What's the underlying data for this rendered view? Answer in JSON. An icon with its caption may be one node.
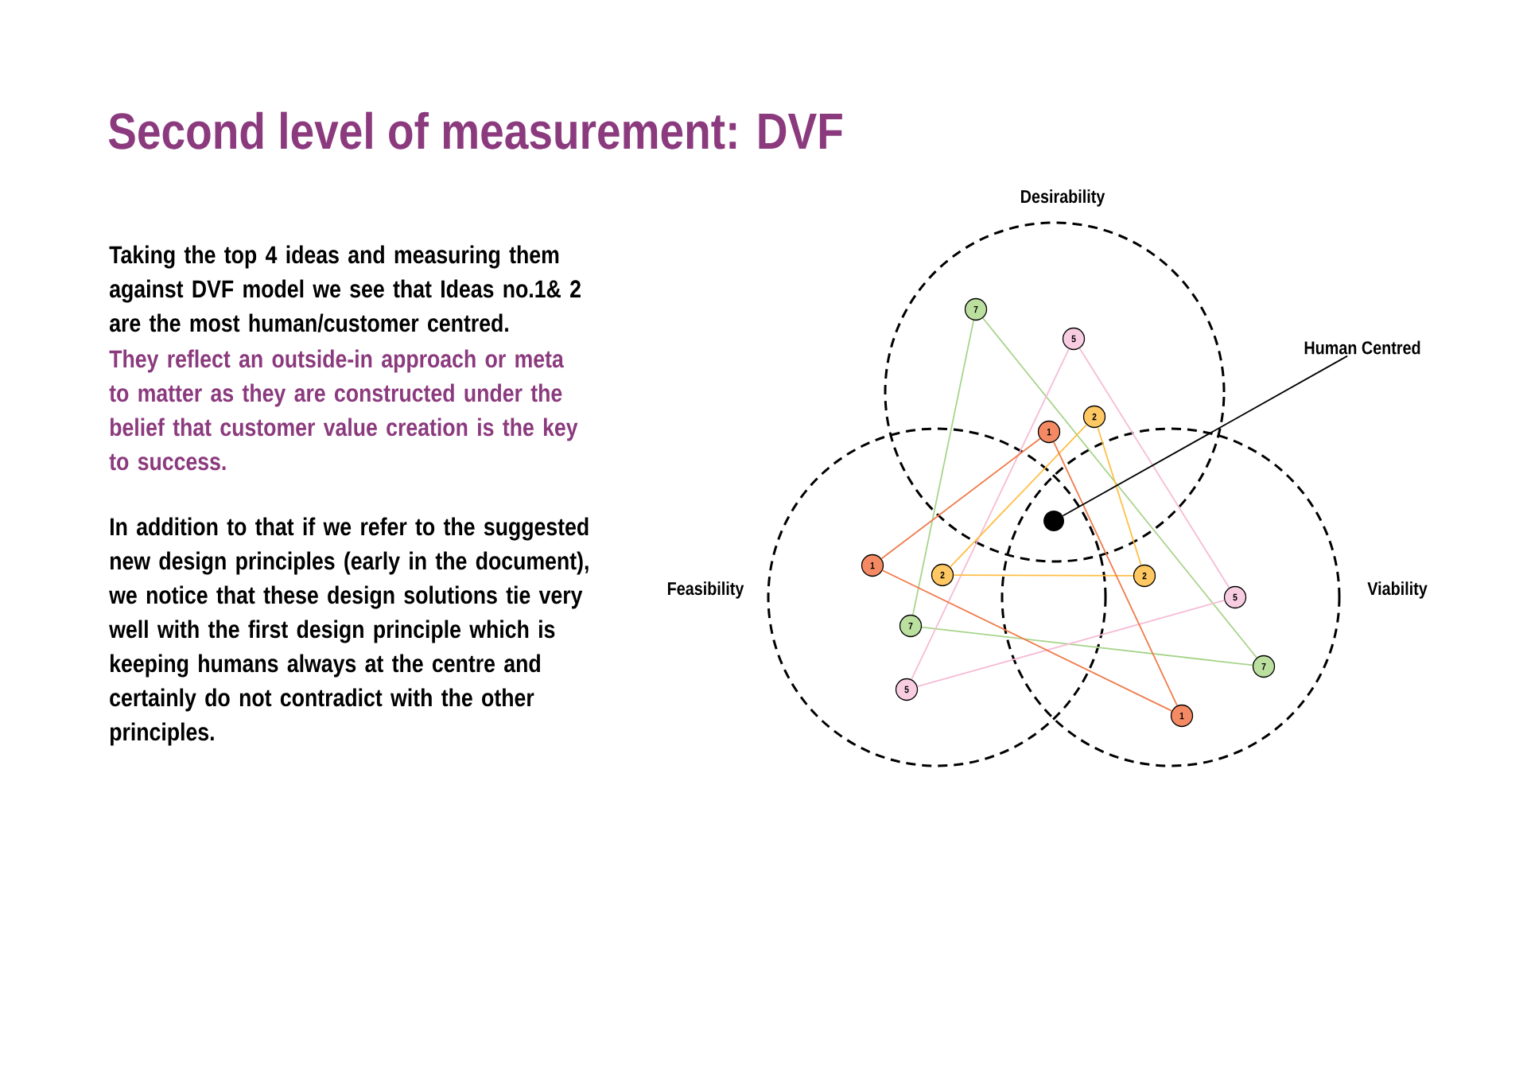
{
  "diagram": {
    "title": "Second level of measurement: DVF",
    "nodes": [
      {
        "text": [
          "Desirability"
        ]
      },
      {
        "text": [
          "Feasibility"
        ]
      },
      {
        "text": [
          "Viability"
        ]
      },
      {
        "text": [
          "7"
        ],
        "in": 0
      },
      {
        "text": [
          "5"
        ],
        "in": 0
      },
      {
        "text": [
          "2"
        ],
        "in": 0
      },
      {
        "text": [
          "1"
        ],
        "in": 0
      },
      {
        "text": [
          "1"
        ],
        "in": 1
      },
      {
        "text": [
          "2"
        ],
        "in": 1
      },
      {
        "text": [
          "2"
        ],
        "in": 2
      },
      {
        "text": [
          "5"
        ],
        "in": 2
      },
      {
        "text": [
          "7"
        ],
        "in": 1
      },
      {
        "text": [
          "7"
        ],
        "in": 2
      },
      {
        "text": [
          "5"
        ],
        "in": 1
      },
      {
        "text": [
          "1"
        ],
        "in": 2
      },
      {
        "text": [],
        "shape": "circle"
      },
      {
        "text": [
          "Human Centred"
        ]
      }
    ],
    "edges": [
      {
        "from": 3,
        "to": 11,
        "arrow": "none",
        "color": "#a8d48b"
      },
      {
        "from": 3,
        "to": 12,
        "arrow": "none",
        "color": "#a8d48b"
      },
      {
        "from": 11,
        "to": 12,
        "arrow": "none",
        "color": "#a8d48b"
      },
      {
        "from": 4,
        "to": 13,
        "arrow": "none",
        "color": "#f6bcd6"
      },
      {
        "from": 4,
        "to": 10,
        "arrow": "none",
        "color": "#f6bcd6"
      },
      {
        "from": 13,
        "to": 10,
        "arrow": "none",
        "color": "#f6bcd6"
      },
      {
        "from": 5,
        "to": 8,
        "arrow": "none",
        "color": "#ffbe45"
      },
      {
        "from": 5,
        "to": 9,
        "arrow": "none",
        "color": "#ffbe45"
      },
      {
        "from": 8,
        "to": 9,
        "arrow": "none",
        "color": "#ffbe45"
      },
      {
        "from": 6,
        "to": 7,
        "arrow": "none",
        "color": "#f07b4b"
      },
      {
        "from": 6,
        "to": 14,
        "arrow": "none",
        "color": "#f07b4b"
      },
      {
        "from": 7,
        "to": 14,
        "arrow": "none",
        "color": "#f07b4b"
      },
      {
        "from": 16,
        "to": 15,
        "arrow": "none",
        "color": "#000000"
      }
    ],
    "labels": [
      "Taking the top 4 ideas and measuring them against DVF model we see that Ideas no.1& 2 are the most human/customer centred.",
      "They reflect an outside-in approach or meta to matter as they are constructed under the belief that customer value creation is the key to success.",
      "In addition to that if we refer to the suggested new design principles (early in the document), we notice that these design solutions tie very well with the first design principle which is keeping humans always at the centre and certainly do not contradict with the other principles."
    ]
  }
}
